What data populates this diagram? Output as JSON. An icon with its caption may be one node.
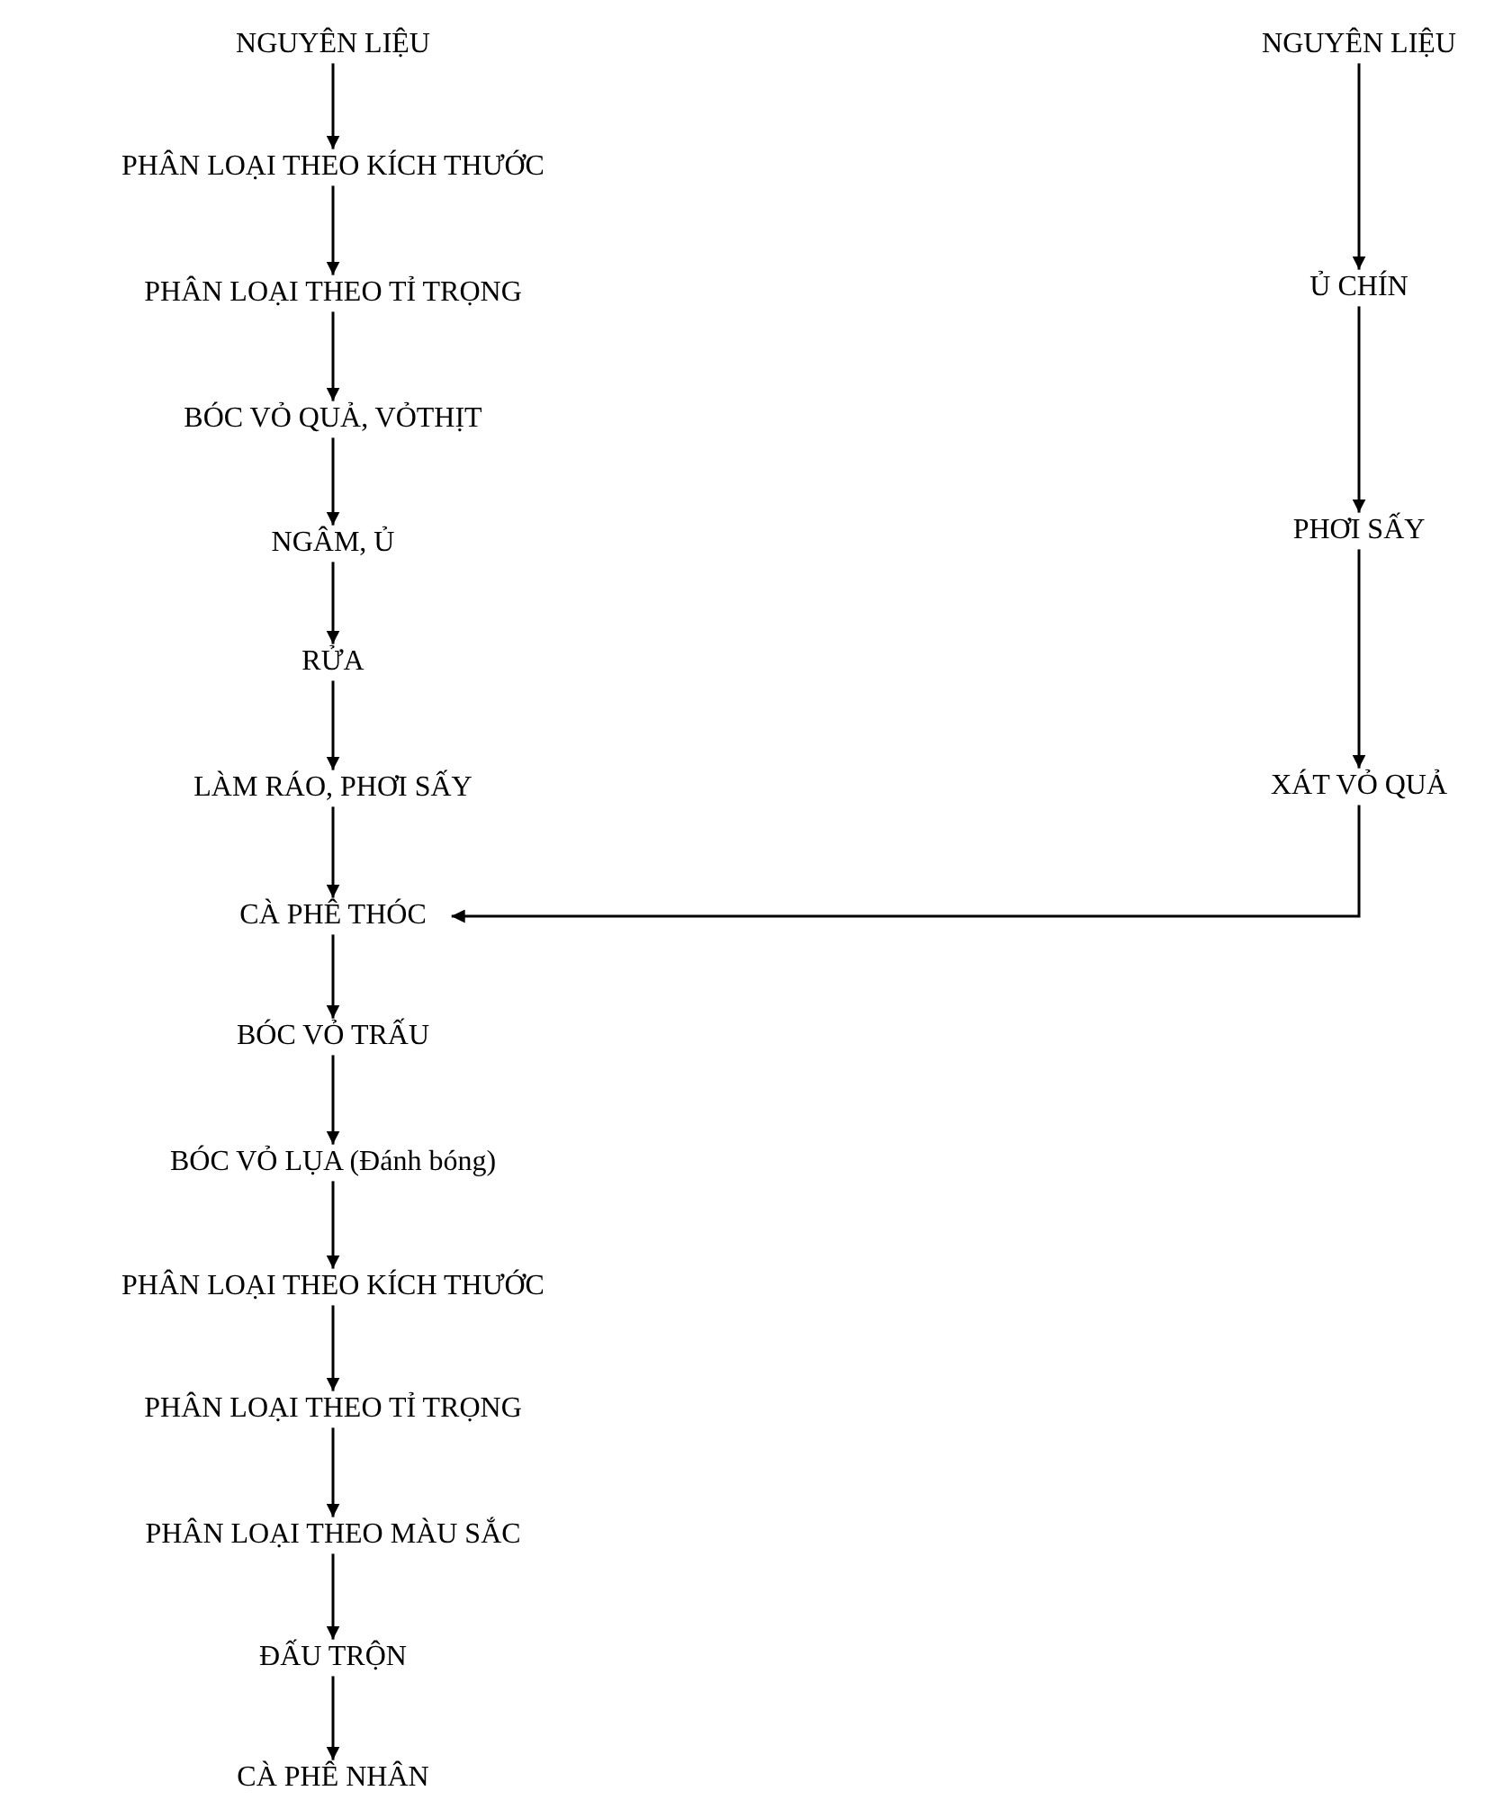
{
  "diagram": {
    "nodes": [
      {
        "text": [
          "NGUYÊN LIỆU"
        ]
      },
      {
        "text": [
          "PHÂN LOẠI THEO KÍCH THƯỚC"
        ]
      },
      {
        "text": [
          "PHÂN LOẠI THEO TỈ TRỌNG"
        ]
      },
      {
        "text": [
          "BÓC VỎ QUẢ, VỎTHỊT"
        ]
      },
      {
        "text": [
          "NGÂM, Ủ"
        ]
      },
      {
        "text": [
          "RỬA"
        ]
      },
      {
        "text": [
          "LÀM RÁO, PHƠI SẤY"
        ]
      },
      {
        "text": [
          "CÀ PHÊ THÓC"
        ]
      },
      {
        "text": [
          "BÓC VỎ TRẤU"
        ]
      },
      {
        "text": [
          "BÓC VỎ LỤA (Đánh bóng)"
        ]
      },
      {
        "text": [
          "PHÂN LOẠI THEO KÍCH THƯỚC"
        ]
      },
      {
        "text": [
          "PHÂN LOẠI THEO TỈ TRỌNG"
        ]
      },
      {
        "text": [
          "PHÂN LOẠI THEO MÀU SẮC"
        ]
      },
      {
        "text": [
          "ĐẤU TRỘN"
        ]
      },
      {
        "text": [
          "CÀ PHÊ NHÂN"
        ]
      },
      {
        "text": [
          "NGUYÊN LIỆU"
        ]
      },
      {
        "text": [
          "Ủ CHÍN"
        ]
      },
      {
        "text": [
          "PHƠI SẤY"
        ]
      },
      {
        "text": [
          "XÁT VỎ QUẢ"
        ]
      }
    ],
    "edges": [
      {
        "from": 0,
        "to": 1,
        "arrow": "to"
      },
      {
        "from": 1,
        "to": 2,
        "arrow": "to"
      },
      {
        "from": 2,
        "to": 3,
        "arrow": "to"
      },
      {
        "from": 3,
        "to": 4,
        "arrow": "to"
      },
      {
        "from": 4,
        "to": 5,
        "arrow": "to"
      },
      {
        "from": 5,
        "to": 6,
        "arrow": "to"
      },
      {
        "from": 6,
        "to": 7,
        "arrow": "to"
      },
      {
        "from": 7,
        "to": 8,
        "arrow": "to"
      },
      {
        "from": 8,
        "to": 9,
        "arrow": "to"
      },
      {
        "from": 9,
        "to": 10,
        "arrow": "to"
      },
      {
        "from": 10,
        "to": 11,
        "arrow": "to"
      },
      {
        "from": 11,
        "to": 12,
        "arrow": "to"
      },
      {
        "from": 12,
        "to": 13,
        "arrow": "to"
      },
      {
        "from": 13,
        "to": 14,
        "arrow": "to"
      },
      {
        "from": 15,
        "to": 16,
        "arrow": "to"
      },
      {
        "from": 16,
        "to": 17,
        "arrow": "to"
      },
      {
        "from": 17,
        "to": 18,
        "arrow": "to"
      },
      {
        "from": 18,
        "to": 7,
        "arrow": "to"
      }
    ]
  }
}
